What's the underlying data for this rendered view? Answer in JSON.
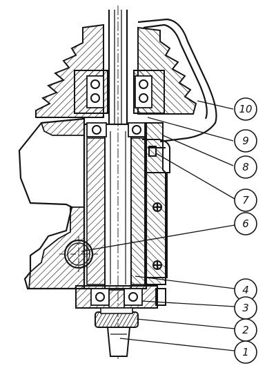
{
  "colors": {
    "ink": "#141414",
    "paper": "#ffffff",
    "hatch": "#1a1a1a"
  },
  "callouts": [
    {
      "id": "10",
      "label": "10"
    },
    {
      "id": "9",
      "label": "9"
    },
    {
      "id": "8",
      "label": "8"
    },
    {
      "id": "7",
      "label": "7"
    },
    {
      "id": "6",
      "label": "6"
    },
    {
      "id": "4",
      "label": "4"
    },
    {
      "id": "3",
      "label": "3"
    },
    {
      "id": "2",
      "label": "2"
    },
    {
      "id": "1",
      "label": "1"
    }
  ]
}
